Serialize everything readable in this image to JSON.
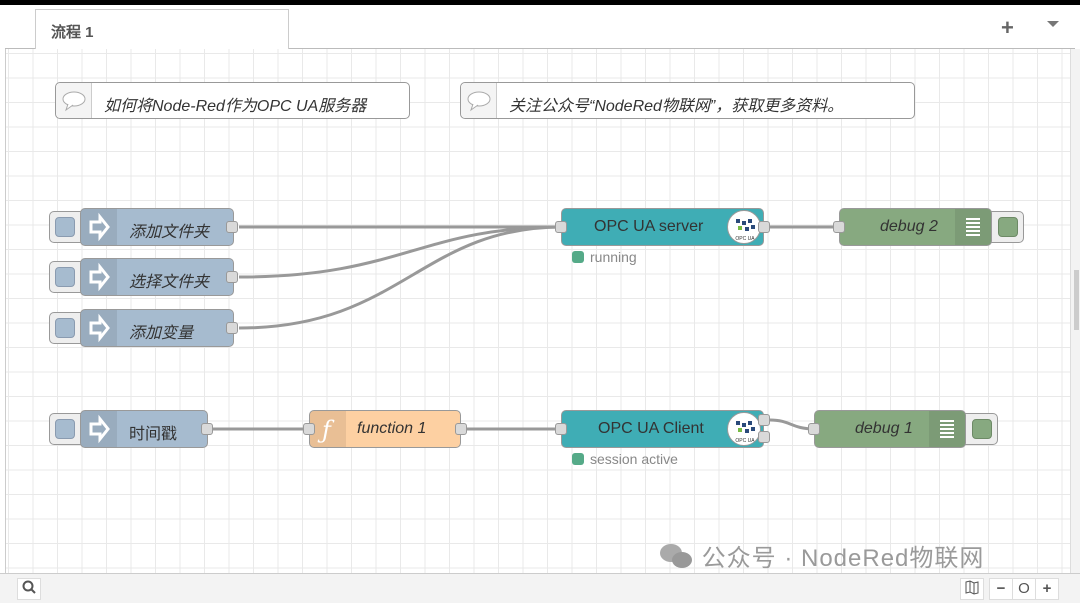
{
  "tabs": [
    {
      "label": "流程 1"
    }
  ],
  "tab_actions": {
    "add": "+",
    "menu": "chevron-down"
  },
  "comments": [
    {
      "label": "如何将Node-Red作为OPC UA服务器"
    },
    {
      "label": "关注公众号“NodeRed物联网”，获取更多资料。"
    }
  ],
  "nodes": {
    "inject1": {
      "label": "添加文件夹",
      "type": "inject"
    },
    "inject2": {
      "label": "选择文件夹",
      "type": "inject"
    },
    "inject3": {
      "label": "添加变量",
      "type": "inject"
    },
    "inject4": {
      "label": "时间戳",
      "type": "inject"
    },
    "function1": {
      "label": "function 1",
      "type": "function"
    },
    "opc_server": {
      "label": "OPC UA server",
      "type": "opcua",
      "status": "running",
      "logo_text": "OPC UA"
    },
    "opc_client": {
      "label": "OPC UA Client",
      "type": "opcua",
      "status": "session active",
      "logo_text": "OPC UA"
    },
    "debug2": {
      "label": "debug 2",
      "type": "debug"
    },
    "debug1": {
      "label": "debug 1",
      "type": "debug"
    }
  },
  "colors": {
    "inject": "#a6bbcf",
    "function": "#fdd0a2",
    "opcua": "#3fadb5",
    "debug": "#87a980",
    "status_ok": "#5a8"
  },
  "watermark": "公众号 · NodeRed物联网",
  "bottom_bar": {
    "search": "search",
    "map": "map",
    "zoom_out": "−",
    "zoom_reset": "O",
    "zoom_in": "+"
  }
}
